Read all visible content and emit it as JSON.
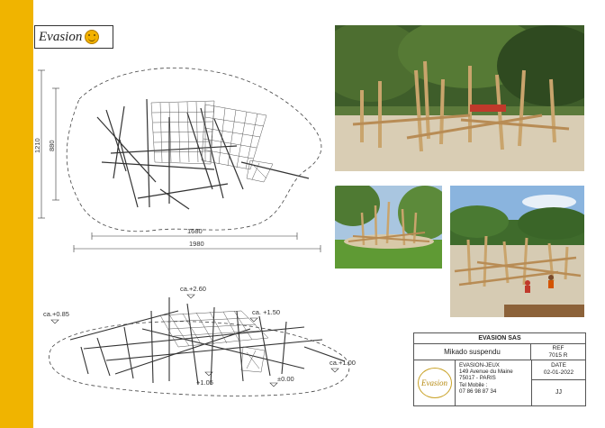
{
  "brand": {
    "logo_text": "Evasion",
    "sidebar_color": "#f0b400"
  },
  "plan": {
    "height_outer": "1210",
    "height_inner": "880",
    "width_inner": "1680",
    "width_outer": "1980"
  },
  "perspective": {
    "heights": {
      "h1": "ca.+2.60",
      "h2": "ca.+0.85",
      "h3": "ca. +1.50",
      "h4": "ca.+1.00",
      "h5": "+1.05",
      "h6": "±0.00"
    }
  },
  "titleblock": {
    "company": "EVASION SAS",
    "product": "Mikado suspendu",
    "ref_label": "REF",
    "ref_value": "7015 R",
    "logo_text": "Evasion",
    "address": [
      "EVASION-JEUX",
      "149 Avenue du Maine",
      "75017 - PARIS",
      "Tel Mobile :",
      "07 86 98 87 34"
    ],
    "date_label": "DATE",
    "date_value": "02-01-2022",
    "author": "JJ"
  }
}
